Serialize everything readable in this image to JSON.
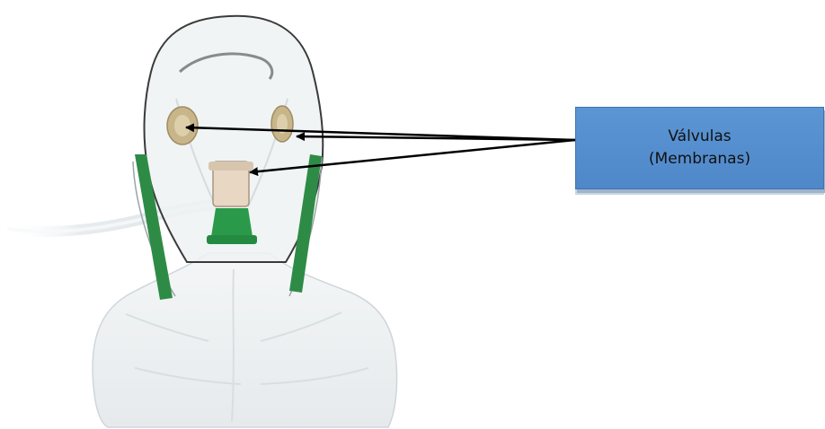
{
  "callout": {
    "line1": "Válvulas",
    "line2": "(Membranas)"
  },
  "colors": {
    "callout_fill": "#5b95d4",
    "strap_green": "#2e8b46",
    "mask_shell": "#e8eef0",
    "valve_tan": "#c9b58a",
    "arrow": "#000000"
  },
  "icons": [
    "oxygen-mask-illustration",
    "arrow-icon"
  ]
}
